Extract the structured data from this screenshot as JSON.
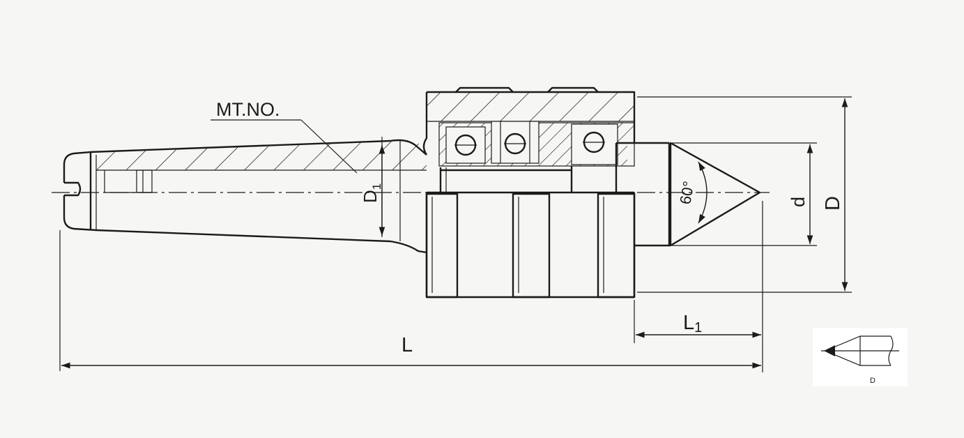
{
  "labels": {
    "taper": "MT.NO.",
    "d1_main": "D",
    "d1_sub": "1",
    "angle": "60°",
    "small_d": "d",
    "big_d": "D",
    "l1_main": "L",
    "l1_sub": "1",
    "overall": "L",
    "inset_caption": "D"
  },
  "colors": {
    "ink": "#1b1b1b",
    "paper": "#f6f6f4",
    "inset_bg": "#ffffff"
  }
}
